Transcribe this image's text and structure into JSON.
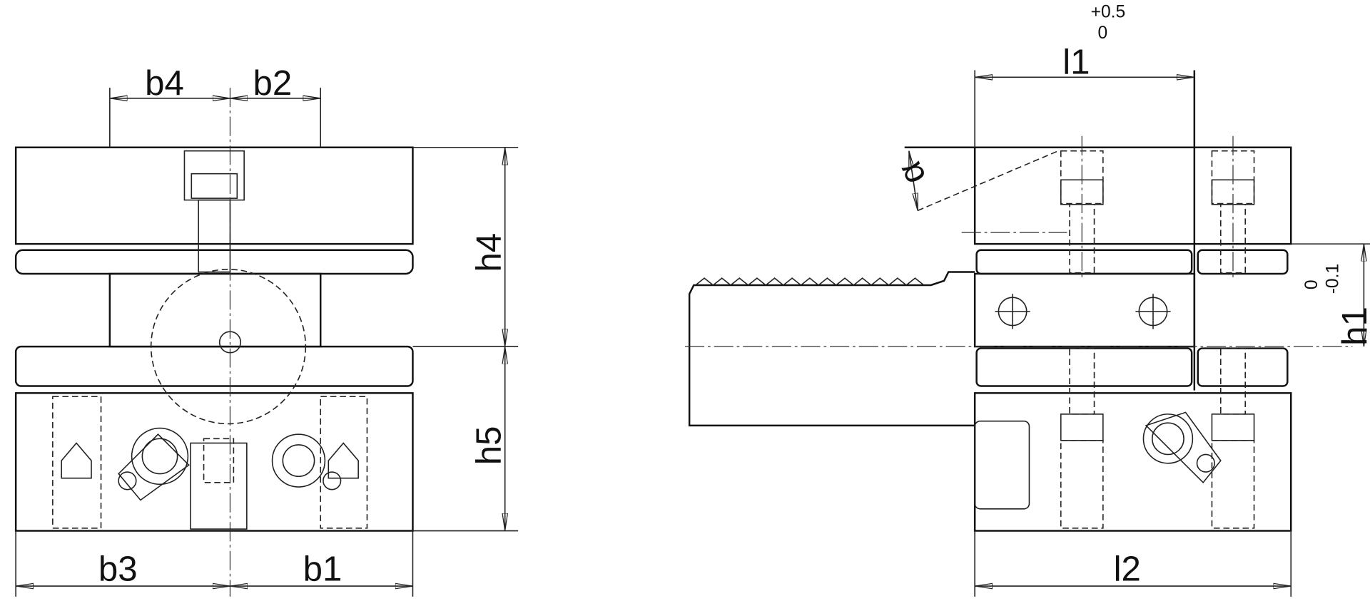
{
  "labels": {
    "b4": "b4",
    "b2": "b2",
    "b3": "b3",
    "b1": "b1",
    "h4": "h4",
    "h5": "h5",
    "l1": "l1",
    "l1_tol_upper": "+0.5",
    "l1_tol_lower": "0",
    "h1": "h1",
    "h1_tol_upper": "0",
    "h1_tol_lower": "-0.1",
    "l2": "l2",
    "angle": "α"
  },
  "colors": {
    "line": "#111111",
    "background": "#ffffff"
  }
}
